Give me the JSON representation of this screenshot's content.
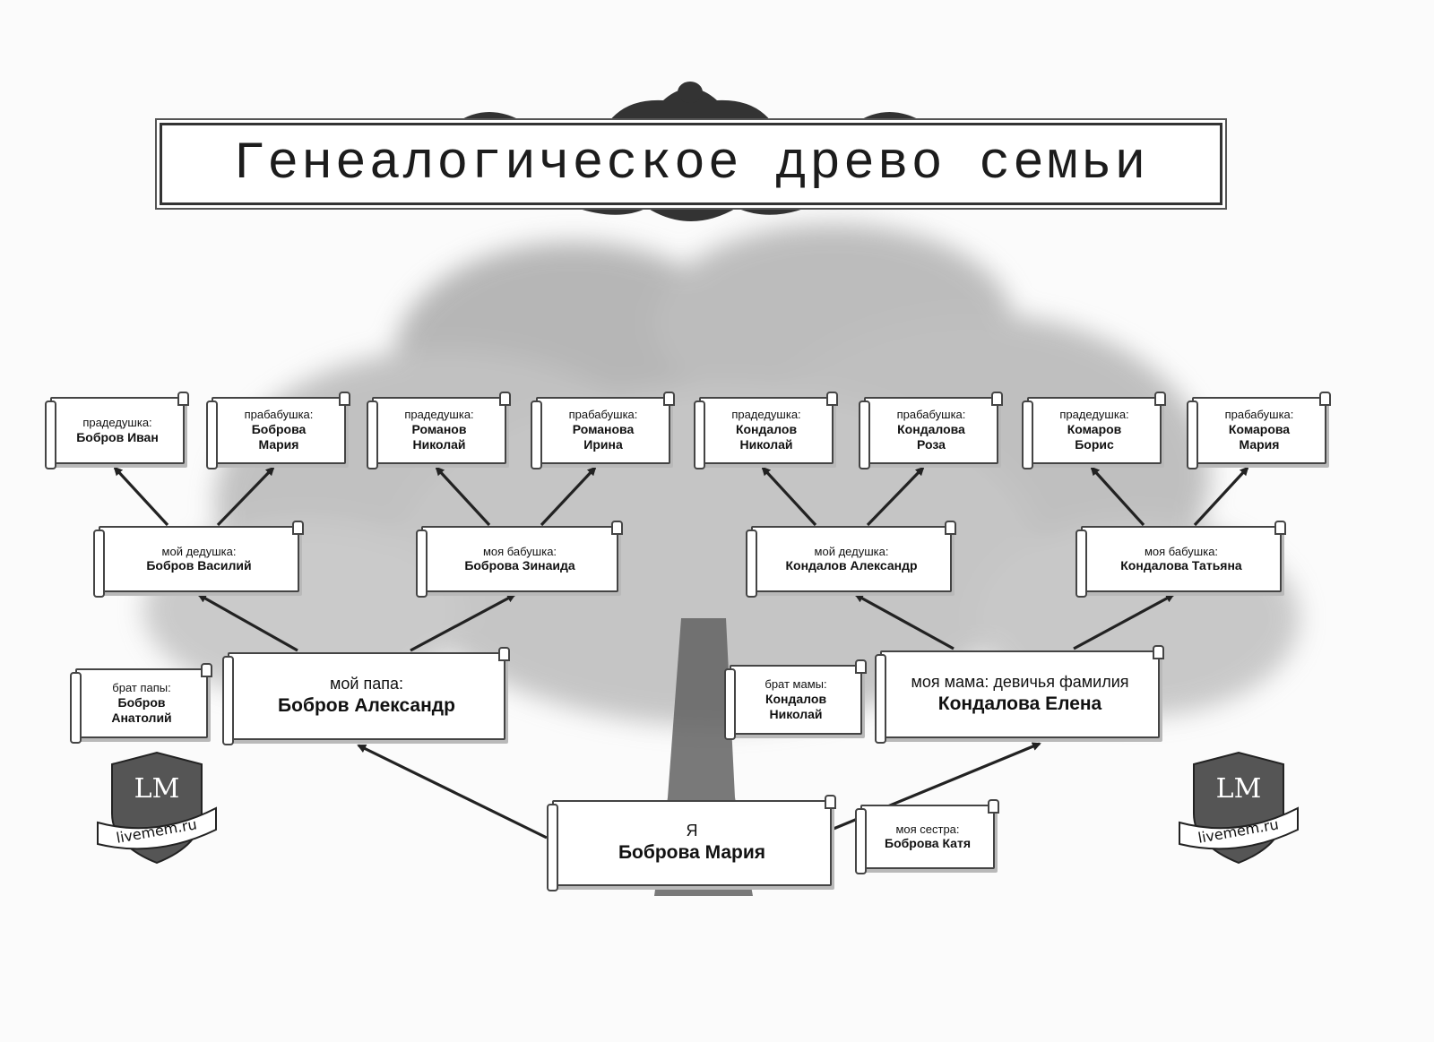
{
  "title": "Генеалогическое древо семьи",
  "great_grandparents": [
    {
      "role": "прадедушка:",
      "name": "Бобров Иван"
    },
    {
      "role": "прабабушка:",
      "name": "Боброва\nМария"
    },
    {
      "role": "прадедушка:",
      "name": "Романов\nНиколай"
    },
    {
      "role": "прабабушка:",
      "name": "Романова\nИрина"
    },
    {
      "role": "прадедушка:",
      "name": "Кондалов\nНиколай"
    },
    {
      "role": "прабабушка:",
      "name": "Кондалова\nРоза"
    },
    {
      "role": "прадедушка:",
      "name": "Комаров\nБорис"
    },
    {
      "role": "прабабушка:",
      "name": "Комарова\nМария"
    }
  ],
  "grandparents": [
    {
      "role": "мой дедушка:",
      "name": "Бобров Василий"
    },
    {
      "role": "моя бабушка:",
      "name": "Боброва Зинаида"
    },
    {
      "role": "мой дедушка:",
      "name": "Кондалов Александр"
    },
    {
      "role": "моя бабушка:",
      "name": "Кондалова Татьяна"
    }
  ],
  "parents": {
    "dad": {
      "role": "мой папа:",
      "name": "Бобров Александр"
    },
    "mom": {
      "role": "моя мама: девичья фамилия",
      "name": "Кондалова Елена"
    }
  },
  "uncles": {
    "dads_brother": {
      "role": "брат папы:",
      "name": "Бобров\nАнатолий"
    },
    "moms_brother": {
      "role": "брат мамы:",
      "name": "Кондалов\nНиколай"
    }
  },
  "me": {
    "role": "Я",
    "name": "Боброва Мария"
  },
  "sister": {
    "role": "моя сестра:",
    "name": "Боброва Катя"
  },
  "watermark": {
    "site": "livemem.ru",
    "logo": "LM"
  },
  "colors": {
    "line": "#222222",
    "tree_canopy": "#8c8c8c",
    "trunk": "#5a5a5a",
    "badge": "#555555"
  }
}
